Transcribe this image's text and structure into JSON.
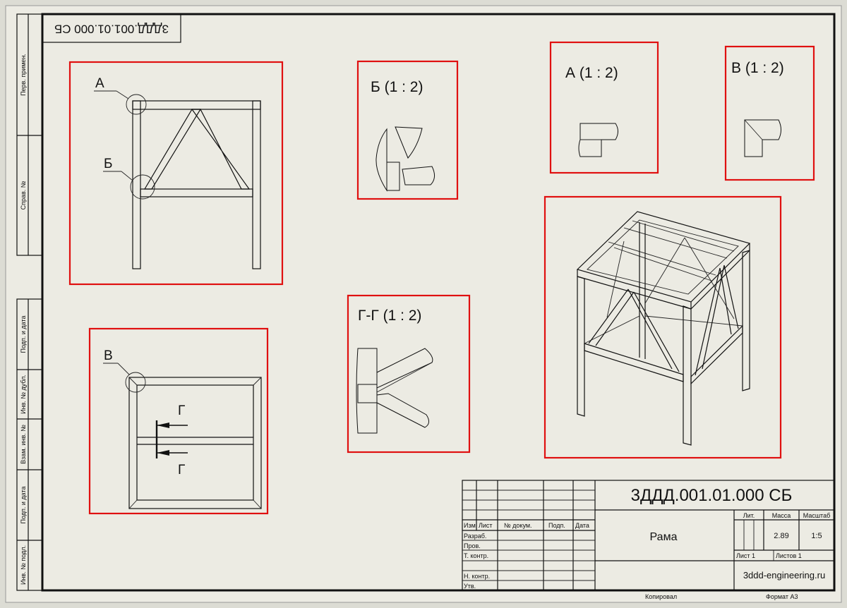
{
  "drawing": {
    "corner_stamp": "3ДДД.001.01.000 СБ",
    "side_labels": [
      "Перв. примен.",
      "Справ. №",
      "Подп. и дата",
      "Инв. № дубл.",
      "Взам. инв. №",
      "Подп. и дата",
      "Инв. № подл."
    ],
    "views": {
      "detail_b": "Б (1 : 2)",
      "detail_a": "А (1 : 2)",
      "detail_v": "В (1 : 2)",
      "section_gg": "Г-Г (1 : 2)"
    },
    "callouts": {
      "a": "А",
      "b": "Б",
      "v": "В",
      "g_top": "Г",
      "g_bottom": "Г"
    }
  },
  "title_block": {
    "designation": "3ДДД.001.01.000 СБ",
    "name": "Рама",
    "headers": {
      "izm": "Изм.",
      "list": "Лист",
      "doc_no": "№ докум.",
      "podp": "Подп.",
      "date": "Дата"
    },
    "rows": [
      "Разраб.",
      "Пров.",
      "Т. контр.",
      "Н. контр.",
      "Утв."
    ],
    "lit_label": "Лит.",
    "mass_label": "Масса",
    "scale_label": "Масштаб",
    "mass": "2.89",
    "scale": "1:5",
    "sheet": "Лист 1",
    "sheets": "Листов 1",
    "company": "3ddd-engineering.ru"
  },
  "footer": {
    "copied": "Копировал",
    "format": "Формат А3"
  },
  "colors": {
    "highlight": "#e01010",
    "line": "#111111",
    "paper": "#ecebe3"
  }
}
